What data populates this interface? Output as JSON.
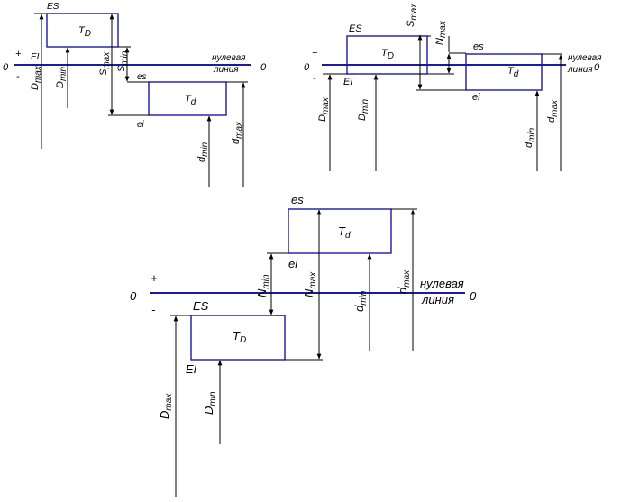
{
  "colors": {
    "zone": "#1a1aa6",
    "dimension": "#000000"
  },
  "diagrams": [
    {
      "id": "clearance",
      "labels": {
        "ES": "ES",
        "EI": "EI",
        "TD": "T",
        "TD_sub": "D",
        "es": "es",
        "ei": "ei",
        "Td": "T",
        "Td_sub": "d",
        "zero_left": "0",
        "zero_right": "0",
        "plus": "+",
        "minus": "-",
        "zero_line_1": "нулевая",
        "zero_line_2": "линия",
        "Dmax": "D",
        "Dmax_sub": "max",
        "Dmin": "D",
        "Dmin_sub": "min",
        "Smax": "S",
        "Smax_sub": "max",
        "Smin": "S",
        "Smin_sub": "min",
        "dmin": "d",
        "dmin_sub": "min",
        "dmax": "d",
        "dmax_sub": "max"
      }
    },
    {
      "id": "transition",
      "labels": {
        "ES": "ES",
        "EI": "EI",
        "TD": "T",
        "TD_sub": "D",
        "es": "es",
        "ei": "ei",
        "Td": "T",
        "Td_sub": "d",
        "zero_left": "0",
        "zero_right": "0",
        "plus": "+",
        "minus": "-",
        "zero_line_1": "нулевая",
        "zero_line_2": "линия",
        "Dmax": "D",
        "Dmax_sub": "max",
        "Dmin": "D",
        "Dmin_sub": "min",
        "Smax": "S",
        "Smax_sub": "max",
        "Nmax": "N",
        "Nmax_sub": "max",
        "dmin": "d",
        "dmin_sub": "min",
        "dmax": "d",
        "dmax_sub": "max"
      }
    },
    {
      "id": "interference",
      "labels": {
        "es": "es",
        "ei": "ei",
        "Td": "T",
        "Td_sub": "d",
        "ES": "ES",
        "EI": "EI",
        "TD": "T",
        "TD_sub": "D",
        "zero_left": "0",
        "zero_right": "0",
        "plus": "+",
        "minus": "-",
        "zero_line_1": "нулевая",
        "zero_line_2": "линия",
        "Nmin": "N",
        "Nmin_sub": "min",
        "Nmax": "N",
        "Nmax_sub": "max",
        "dmin": "d",
        "dmin_sub": "min",
        "dmax": "d",
        "dmax_sub": "max",
        "Dmax": "D",
        "Dmax_sub": "max",
        "Dmin": "D",
        "Dmin_sub": "min"
      }
    }
  ]
}
